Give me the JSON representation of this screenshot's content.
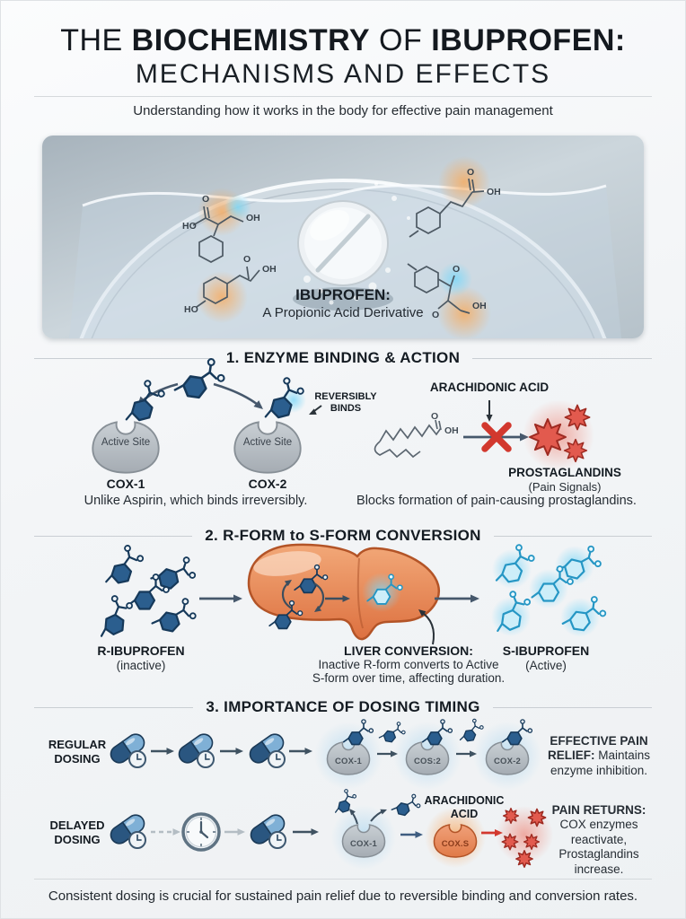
{
  "page": {
    "title_pre": "THE ",
    "title_bold1": "BIOCHEMISTRY",
    "title_mid": " OF ",
    "title_bold2": "IBUPROFEN:",
    "title_line2": "MECHANISMS AND EFFECTS",
    "subtitle": "Understanding how it works in the body for effective pain management",
    "footer": "Consistent dosing is crucial for sustained pain relief due to reversible binding and conversion rates."
  },
  "hero": {
    "name": "IBUPROFEN:",
    "descriptor": "A Propionic Acid Derivative",
    "atoms": {
      "tl_ho": "HO",
      "tl_o": "O",
      "tl_oh": "OH",
      "bl_ho": "HO",
      "bl_o": "O",
      "bl_oh": "OH",
      "tr_o": "O",
      "tr_oh": "OH",
      "br_o1": "O",
      "br_o2": "O",
      "br_oh": "OH"
    }
  },
  "section1": {
    "heading": "1. ENZYME BINDING & ACTION",
    "active_site": "Active Site",
    "cox1": "COX-1",
    "cox2": "COX-2",
    "reversibly_line1": "REVERSIBLY",
    "reversibly_line2": "BINDS",
    "left_caption": "Unlike Aspirin, which binds irreversibly.",
    "arachidonic_label": "ARACHIDONIC ACID",
    "fa_o": "O",
    "fa_oh": "OH",
    "prostaglandins": "PROSTAGLANDINS",
    "pain_signals": "(Pain Signals)",
    "right_caption": "Blocks formation of pain-causing prostaglandins."
  },
  "section2": {
    "heading": "2. R-FORM to S-FORM CONVERSION",
    "r_label": "R-IBUPROFEN",
    "r_sub": "(inactive)",
    "liver_title": "LIVER CONVERSION:",
    "liver_line1": "Inactive R-form converts to Active",
    "liver_line2": "S-form over time, affecting duration.",
    "s_label": "S-IBUPROFEN",
    "s_sub": "(Active)"
  },
  "section3": {
    "heading": "3. IMPORTANCE OF DOSING TIMING",
    "regular": {
      "label_line1": "REGULAR",
      "label_line2": "DOSING",
      "enzymes": [
        "COX-1",
        "COS:2",
        "COX-2"
      ],
      "result_bold": "EFFECTIVE PAIN RELIEF:",
      "result_text": "Maintains enzyme inhibition."
    },
    "delayed": {
      "label_line1": "DELAYED",
      "label_line2": "DOSING",
      "arachidonic_line1": "ARACHIDONIC",
      "arachidonic_line2": "ACID",
      "enzyme1": "COX-1",
      "enzyme2": "COX.S",
      "result_bold": "PAIN RETURNS:",
      "result_text": "COX enzymes reactivate, Prostaglandins increase."
    }
  },
  "colors": {
    "molecule_blue": "#2b5e8e",
    "molecule_cyan": "#49b9e8",
    "enzyme_gray": "#b9bfc5",
    "liver_orange": "#e8915f",
    "alert_red": "#d2382e",
    "arrow_slate": "#46586c"
  }
}
